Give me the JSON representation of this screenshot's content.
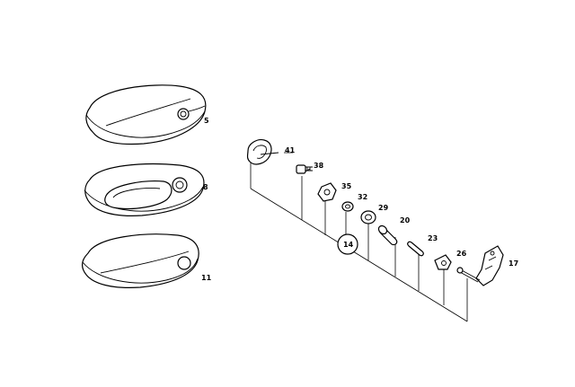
{
  "diagram": {
    "type": "exploded-parts-diagram",
    "callouts": {
      "p5": "5",
      "p8": "8",
      "p11": "11",
      "p41": "41",
      "p38": "38",
      "p35": "35",
      "p32": "32",
      "p29": "29",
      "p20": "20",
      "p23": "23",
      "p26": "26",
      "p17": "17",
      "p14": "14"
    }
  }
}
